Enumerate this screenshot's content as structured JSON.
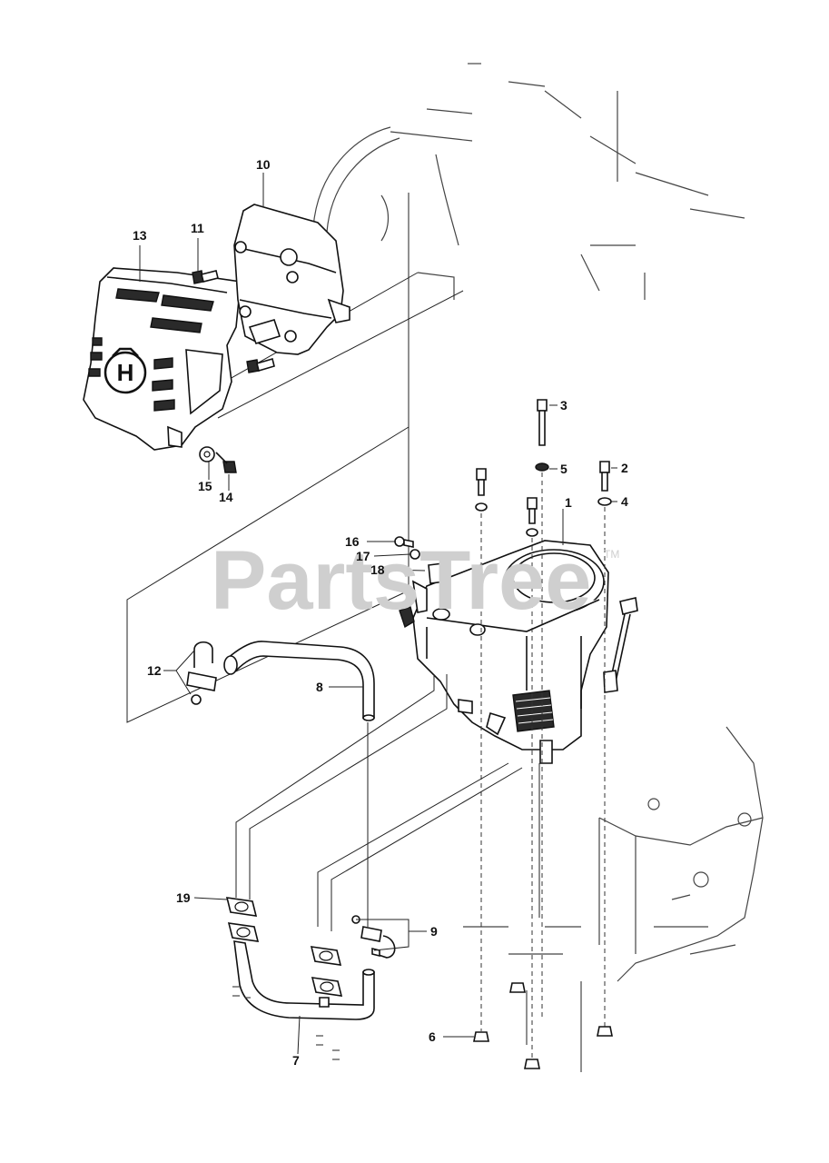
{
  "watermark": {
    "text": "PartsTree",
    "trademark": "TM"
  },
  "callouts": [
    {
      "id": "c1",
      "label": "1"
    },
    {
      "id": "c2",
      "label": "2"
    },
    {
      "id": "c3",
      "label": "3"
    },
    {
      "id": "c4",
      "label": "4"
    },
    {
      "id": "c5",
      "label": "5"
    },
    {
      "id": "c6",
      "label": "6"
    },
    {
      "id": "c7",
      "label": "7"
    },
    {
      "id": "c8",
      "label": "8"
    },
    {
      "id": "c9",
      "label": "9"
    },
    {
      "id": "c10",
      "label": "10"
    },
    {
      "id": "c11",
      "label": "11"
    },
    {
      "id": "c12",
      "label": "12"
    },
    {
      "id": "c13",
      "label": "13"
    },
    {
      "id": "c14",
      "label": "14"
    },
    {
      "id": "c15",
      "label": "15"
    },
    {
      "id": "c16",
      "label": "16"
    },
    {
      "id": "c17",
      "label": "17"
    },
    {
      "id": "c18",
      "label": "18"
    },
    {
      "id": "c19",
      "label": "19"
    }
  ],
  "logo": {
    "letter": "H"
  }
}
